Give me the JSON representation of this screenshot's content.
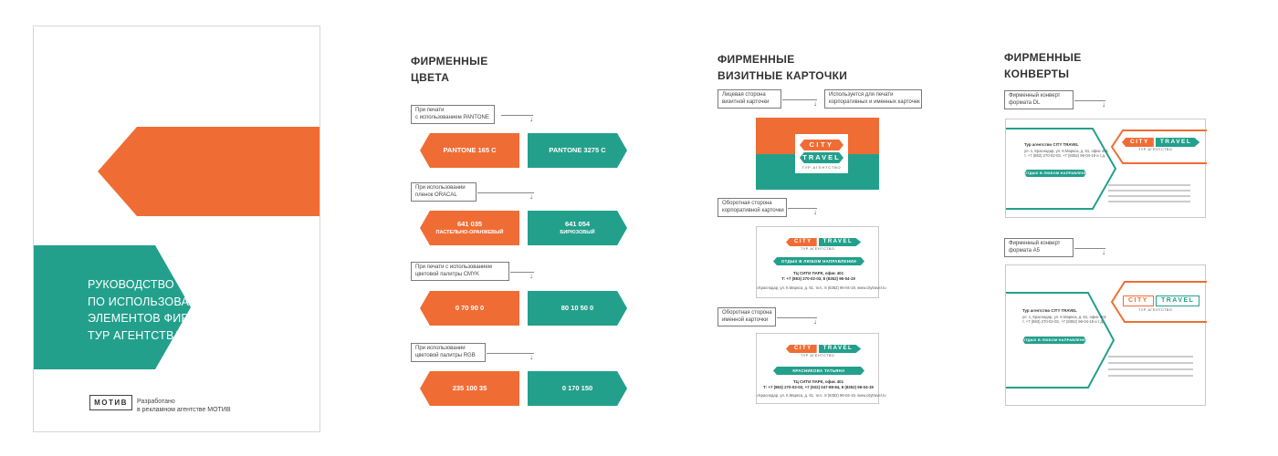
{
  "cover": {
    "title_lines": [
      "Руководство",
      "по использованию",
      "элементов фирменного стиля",
      "тур агентства City Travel"
    ],
    "logo": "МОТИВ",
    "developed_lines": [
      "Разработано",
      "в рекламном агентстве МОТИВ"
    ]
  },
  "colors": {
    "heading_lines": [
      "ФИРМЕННЫЕ",
      "ЦВЕТА"
    ],
    "groups": [
      {
        "label_lines": [
          "При печати",
          "с использованием PANTONE"
        ],
        "orange": {
          "main": "PANTONE 165 C",
          "sub": ""
        },
        "teal": {
          "main": "PANTONE 3275 C",
          "sub": ""
        }
      },
      {
        "label_lines": [
          "При использовании",
          "пленок ORACAL"
        ],
        "orange": {
          "main": "641 035",
          "sub": "ПАСТЕЛЬНО-ОРАНЖЕВЫЙ"
        },
        "teal": {
          "main": "641 054",
          "sub": "БИРЮЗОВЫЙ"
        }
      },
      {
        "label_lines": [
          "При печати с использованием",
          "цветовой палитры CMYK"
        ],
        "orange": {
          "main": "0 70 90 0",
          "sub": ""
        },
        "teal": {
          "main": "80 10 50 0",
          "sub": ""
        }
      },
      {
        "label_lines": [
          "При использовании",
          "цветовой палитры RGB"
        ],
        "orange": {
          "main": "235 100 35",
          "sub": ""
        },
        "teal": {
          "main": "0 170 150",
          "sub": ""
        }
      }
    ]
  },
  "cards": {
    "heading_lines": [
      "ФИРМЕННЫЕ",
      "ВИЗИТНЫЕ КАРТОЧКИ"
    ],
    "front_label_lines": [
      "Лицевая сторона",
      "визитной карточки"
    ],
    "usage_label_lines": [
      "Используется для печати",
      "корпоративных и именных карточек"
    ],
    "corp_label_lines": [
      "Оборотная сторона",
      "корпоративной карточки"
    ],
    "named_label_lines": [
      "Оборотная сторона",
      "именной карточки"
    ],
    "logo": {
      "city": "CITY",
      "travel": "TRAVEL",
      "tagline": "ТУР АГЕНТСТВО"
    },
    "corp_pill": "ОТДЫХ В ЛЮБОМ НАПРАВЛЕНИИ",
    "corp_lines": [
      "ТЦ СИТИ ПАРК, офис 401",
      "Т: +7 (863) 270-02-03, 8 (8352) 96-04-19"
    ],
    "corp_addr": "г.Краснодар, ул. К.Маркса, д. 61, тел.: 8 (8352) 96-04-19, www.citytravel.ru",
    "named_pill": "КРАСНИКОВА ТАТЬЯНА",
    "named_lines": [
      "ТЦ СИТИ ПАРК, офис 401",
      "Т: +7 (863) 270-02-03, +7 (922) 047-88-84, 8 (8352) 96-04-19"
    ],
    "named_addr": "г.Краснодар, ул. К.Маркса, д. 61, тел.: 8 (8352) 96-04-19, www.citytravel.ru"
  },
  "envelopes": {
    "heading_lines": [
      "ФИРМЕННЫЕ",
      "КОНВЕРТЫ"
    ],
    "dl_label_lines": [
      "Фирменный конверт",
      "формата DL"
    ],
    "a5_label_lines": [
      "Фирменный конверт",
      "формата А5"
    ],
    "sender_title": "Тур агентство CITY TRAVEL",
    "sender_lines": [
      "ул. 1, Краснодар, ул. К.Маркса, д. 61, офис 401",
      "т. +7 (863) 270-02-03, +7 (8352) 96-04-19 и т.д."
    ],
    "pill": "ОТДЫХ В ЛЮБОМ НАПРАВЛЕНИИ",
    "logo": {
      "city": "CITY",
      "travel": "TRAVEL",
      "tagline": "ТУР АГЕНТСТВО"
    }
  },
  "palette": {
    "orange": "#ef6d35",
    "teal": "#23a08c"
  }
}
